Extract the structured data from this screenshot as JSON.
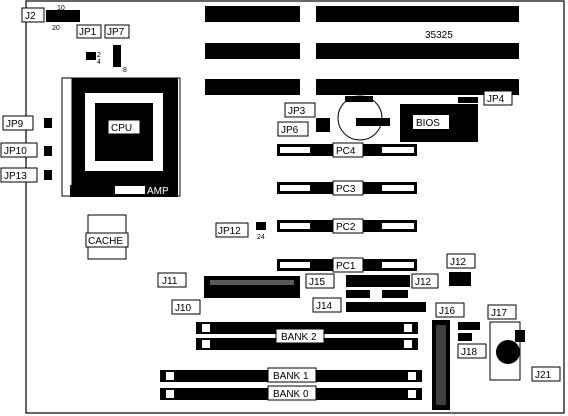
{
  "board_number": "35325",
  "labels": {
    "jp1": "JP1",
    "jp2": "J2",
    "jp3": "JP3",
    "jp4": "JP4",
    "jp6": "JP6",
    "jp7": "JP7",
    "jp9": "JP9",
    "jp10": "JP10",
    "jp12": "JP12",
    "jp13": "JP13",
    "j10": "J10",
    "j11": "J11",
    "j12": "J12",
    "j12b": "J12",
    "j14": "J14",
    "j15": "J15",
    "j16": "J16",
    "j17": "J17",
    "j18": "J18",
    "j21": "J21",
    "cpu": "CPU",
    "amp": "AMP",
    "cache": "CACHE",
    "bios": "BIOS",
    "pc1": "PC1",
    "pc2": "PC2",
    "pc3": "PC3",
    "pc4": "PC4",
    "bank0": "BANK 0",
    "bank1": "BANK 1",
    "bank2": "BANK 2"
  },
  "pin_numbers": {
    "j2_top": "10",
    "j2_bottom": "20",
    "jp1_a": "2",
    "jp1_b": "4",
    "jp7_a": "8",
    "jp12": "24"
  },
  "colors": {
    "ink": "#000000",
    "paper": "#ffffff"
  }
}
